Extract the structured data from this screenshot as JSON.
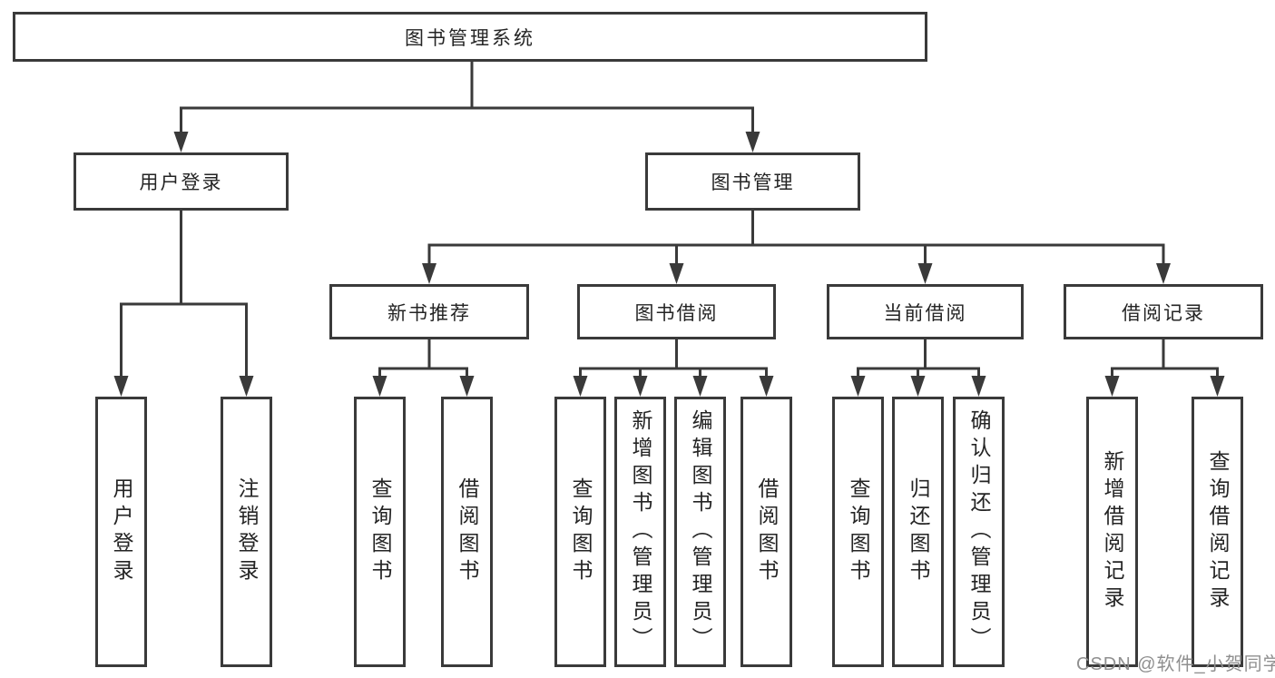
{
  "diagram": {
    "type": "hierarchy-tree",
    "title": "图书管理系统",
    "nodes": {
      "root": {
        "label": "图书管理系统"
      },
      "user_login": {
        "label": "用户登录"
      },
      "book_mgmt": {
        "label": "图书管理"
      },
      "new_book_rec": {
        "label": "新书推荐"
      },
      "book_borrow": {
        "label": "图书借阅"
      },
      "current_borrow": {
        "label": "当前借阅"
      },
      "borrow_record": {
        "label": "借阅记录"
      },
      "leaf_user_login": {
        "label": "用户登录"
      },
      "leaf_logout": {
        "label": "注销登录"
      },
      "leaf_query_book_1": {
        "label": "查询图书"
      },
      "leaf_borrow_book_1": {
        "label": "借阅图书"
      },
      "leaf_query_book_2": {
        "label": "查询图书"
      },
      "leaf_add_book": {
        "label": "新增图书（管理员）"
      },
      "leaf_edit_book": {
        "label": "编辑图书（管理员）"
      },
      "leaf_borrow_book_2": {
        "label": "借阅图书"
      },
      "leaf_query_book_3": {
        "label": "查询图书"
      },
      "leaf_return_book": {
        "label": "归还图书"
      },
      "leaf_confirm_return": {
        "label": "确认归还（管理员）"
      },
      "leaf_add_record": {
        "label": "新增借阅记录"
      },
      "leaf_query_record": {
        "label": "查询借阅记录"
      }
    },
    "structure": {
      "图书管理系统": {
        "用户登录": [
          "用户登录",
          "注销登录"
        ],
        "图书管理": {
          "新书推荐": [
            "查询图书",
            "借阅图书"
          ],
          "图书借阅": [
            "查询图书",
            "新增图书（管理员）",
            "编辑图书（管理员）",
            "借阅图书"
          ],
          "当前借阅": [
            "查询图书",
            "归还图书",
            "确认归还（管理员）"
          ],
          "借阅记录": [
            "新增借阅记录",
            "查询借阅记录"
          ]
        }
      }
    },
    "colors": {
      "line": "#3a3a3a",
      "text": "#242424",
      "background": "#ffffff",
      "watermark": "#8f8f8f"
    },
    "watermark": "CSDN @软件_小贺同学"
  }
}
